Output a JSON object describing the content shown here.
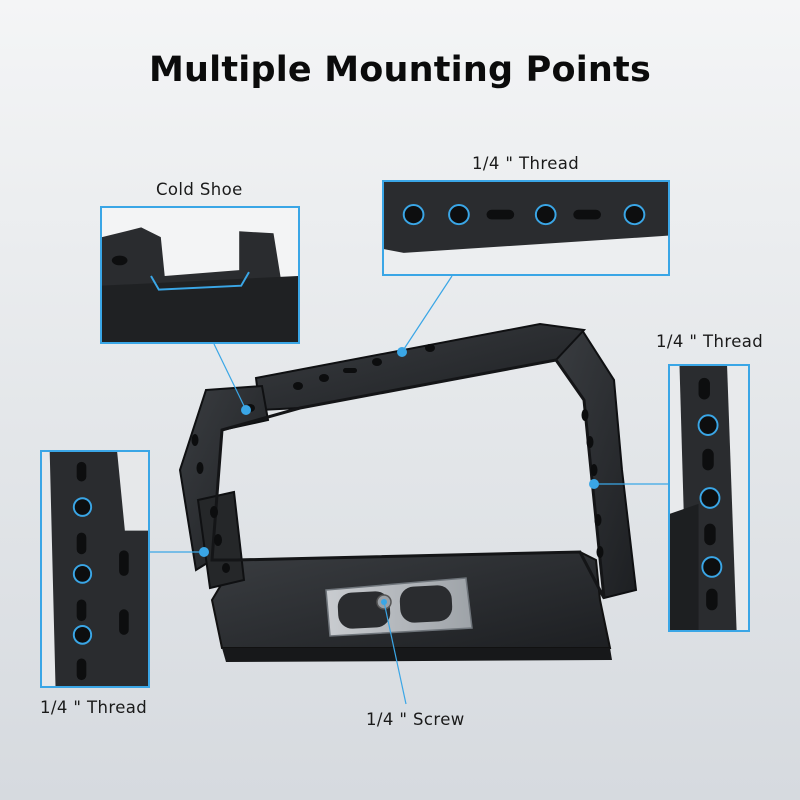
{
  "title": "Multiple Mounting Points",
  "callouts": {
    "cold_shoe": "Cold Shoe",
    "thread_top": "1/4 \" Thread",
    "thread_right": "1/4 \" Thread",
    "thread_left": "1/4 \" Thread",
    "screw_bottom": "1/4 \"  Screw"
  },
  "colors": {
    "accent": "#3aa6e6",
    "metal": "#2b2d30"
  }
}
